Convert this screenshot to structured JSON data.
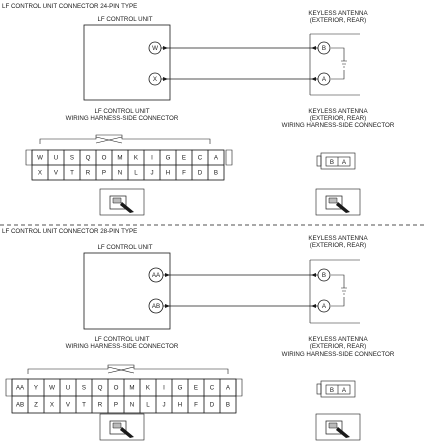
{
  "sections": [
    {
      "title": "LF CONTROL UNIT CONNECTOR 24-PIN TYPE",
      "left_unit": "LF CONTROL UNIT",
      "right_unit_line1": "KEYLESS ANTENNA",
      "right_unit_line2": "(EXTERIOR, REAR)",
      "left_pins": [
        "W",
        "X"
      ],
      "right_pins": [
        "B",
        "A"
      ],
      "harness_left_line1": "LF CONTROL UNIT",
      "harness_left_line2": "WIRING HARNESS-SIDE CONNECTOR",
      "harness_right_line1": "KEYLESS ANTENNA",
      "harness_right_line2": "(EXTERIOR, REAR)",
      "harness_right_line3": "WIRING HARNESS-SIDE CONNECTOR",
      "connector_row1": [
        "W",
        "U",
        "S",
        "Q",
        "O",
        "M",
        "K",
        "I",
        "G",
        "E",
        "C",
        "A"
      ],
      "connector_row2": [
        "X",
        "V",
        "T",
        "R",
        "P",
        "N",
        "L",
        "J",
        "H",
        "F",
        "D",
        "B"
      ],
      "antenna_connector_pins": [
        "B",
        "A"
      ]
    },
    {
      "title": "LF CONTROL UNIT CONNECTOR 28-PIN TYPE",
      "left_unit": "LF CONTROL UNIT",
      "right_unit_line1": "KEYLESS ANTENNA",
      "right_unit_line2": "(EXTERIOR, REAR)",
      "left_pins": [
        "AA",
        "AB"
      ],
      "right_pins": [
        "B",
        "A"
      ],
      "harness_left_line1": "LF CONTROL UNIT",
      "harness_left_line2": "WIRING HARNESS-SIDE CONNECTOR",
      "harness_right_line1": "KEYLESS ANTENNA",
      "harness_right_line2": "(EXTERIOR, REAR)",
      "harness_right_line3": "WIRING HARNESS-SIDE CONNECTOR",
      "connector_row1": [
        "AA",
        "Y",
        "W",
        "U",
        "S",
        "Q",
        "O",
        "M",
        "K",
        "I",
        "G",
        "E",
        "C",
        "A"
      ],
      "connector_row2": [
        "AB",
        "Z",
        "X",
        "V",
        "T",
        "R",
        "P",
        "N",
        "L",
        "J",
        "H",
        "F",
        "D",
        "B"
      ],
      "antenna_connector_pins": [
        "B",
        "A"
      ]
    }
  ]
}
